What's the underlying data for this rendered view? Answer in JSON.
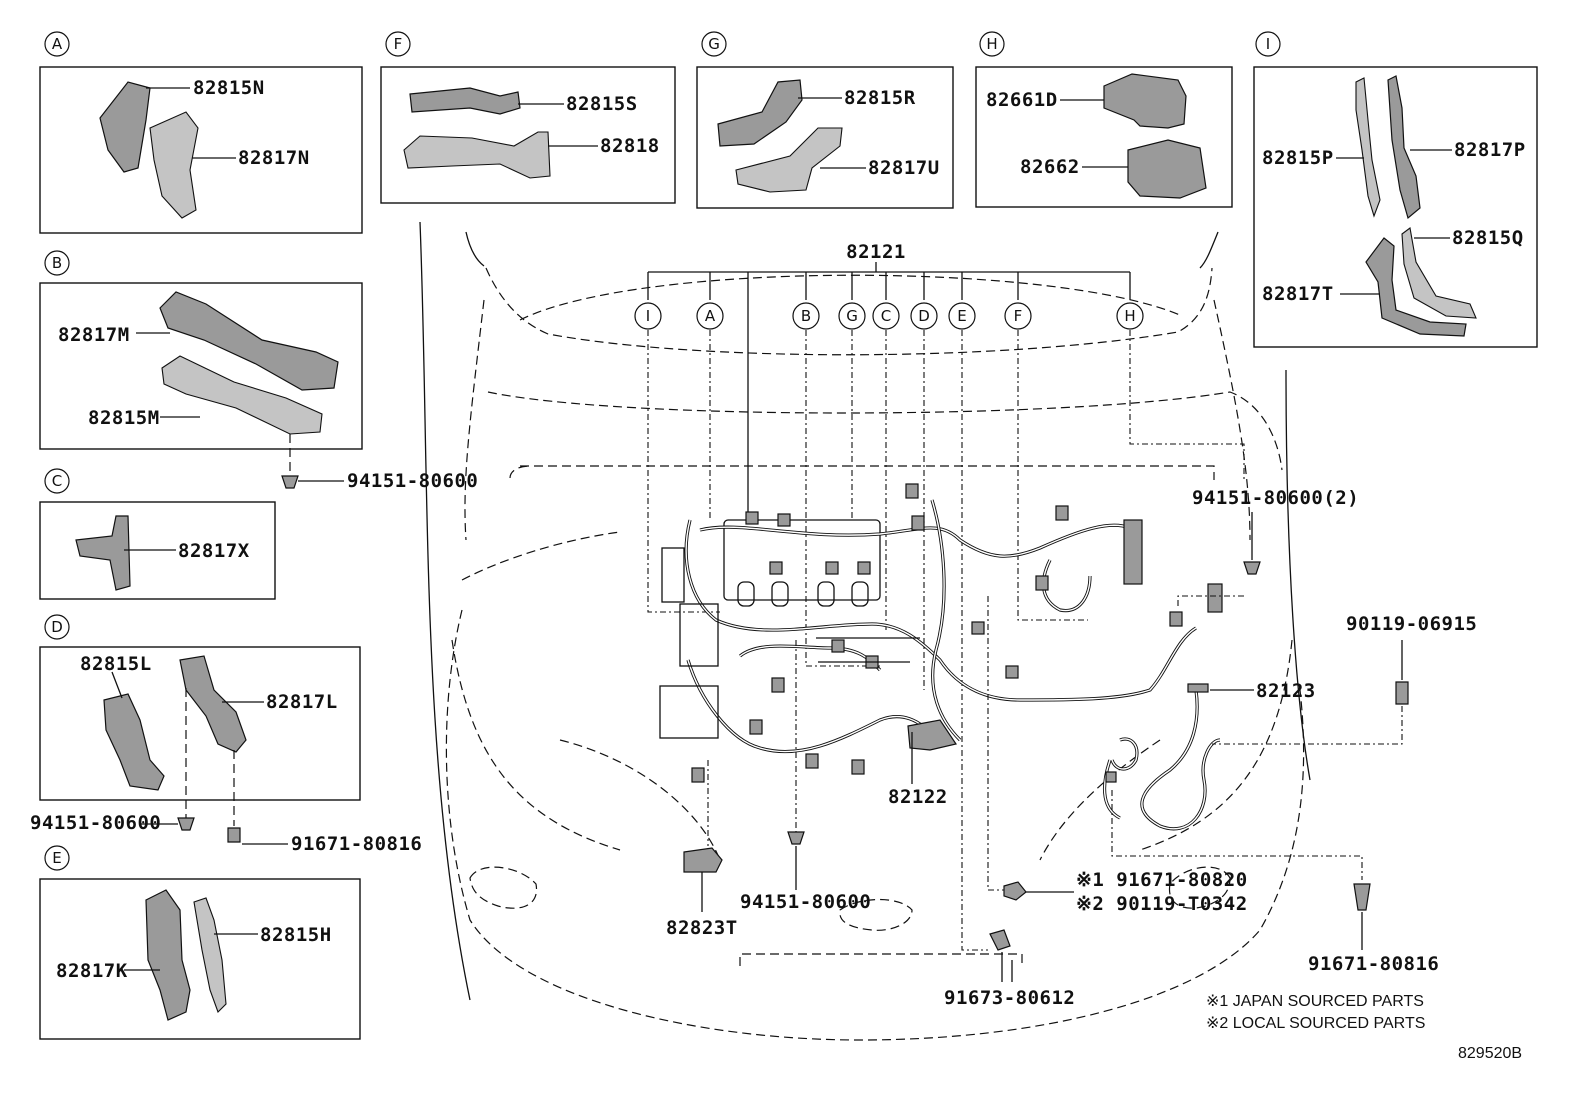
{
  "diagram_id": "829520B",
  "notes": {
    "note1": "※1 JAPAN SOURCED PARTS",
    "note2": "※2 LOCAL SOURCED PARTS"
  },
  "panels": [
    {
      "key": "A",
      "letter": "A",
      "labels": [
        "82815N",
        "82817N"
      ]
    },
    {
      "key": "B",
      "letter": "B",
      "labels": [
        "82817M",
        "82815M"
      ]
    },
    {
      "key": "C",
      "letter": "C",
      "labels": [
        "82817X"
      ]
    },
    {
      "key": "D",
      "letter": "D",
      "labels": [
        "82815L",
        "82817L"
      ]
    },
    {
      "key": "E",
      "letter": "E",
      "labels": [
        "82817K",
        "82815H"
      ]
    },
    {
      "key": "F",
      "letter": "F",
      "labels": [
        "82815S",
        "82818"
      ]
    },
    {
      "key": "G",
      "letter": "G",
      "labels": [
        "82815R",
        "82817U"
      ]
    },
    {
      "key": "H",
      "letter": "H",
      "labels": [
        "82661D",
        "82662"
      ]
    },
    {
      "key": "I",
      "letter": "I",
      "labels": [
        "82815P",
        "82817P",
        "82815Q",
        "82817T"
      ]
    }
  ],
  "harness_refs": [
    "I",
    "A",
    "B",
    "G",
    "C",
    "D",
    "E",
    "F",
    "H"
  ],
  "main_labels": {
    "harness_main": "82121",
    "harness_engine": "82122",
    "harness_front": "82123",
    "protector": "82823T",
    "clamp_b": "94151-80600",
    "clamp_d": "94151-80600",
    "bolt_d": "91671-80816",
    "clamp_center": "94151-80600",
    "clamp_right": "94151-80600(2)",
    "bolt_right": "90119-06915",
    "bolt_jp": "※1 91671-80820",
    "bolt_local": "※2 90119-T0342",
    "bolt_bottom_right": "91671-80816",
    "bolt_bottom": "91673-80612"
  }
}
